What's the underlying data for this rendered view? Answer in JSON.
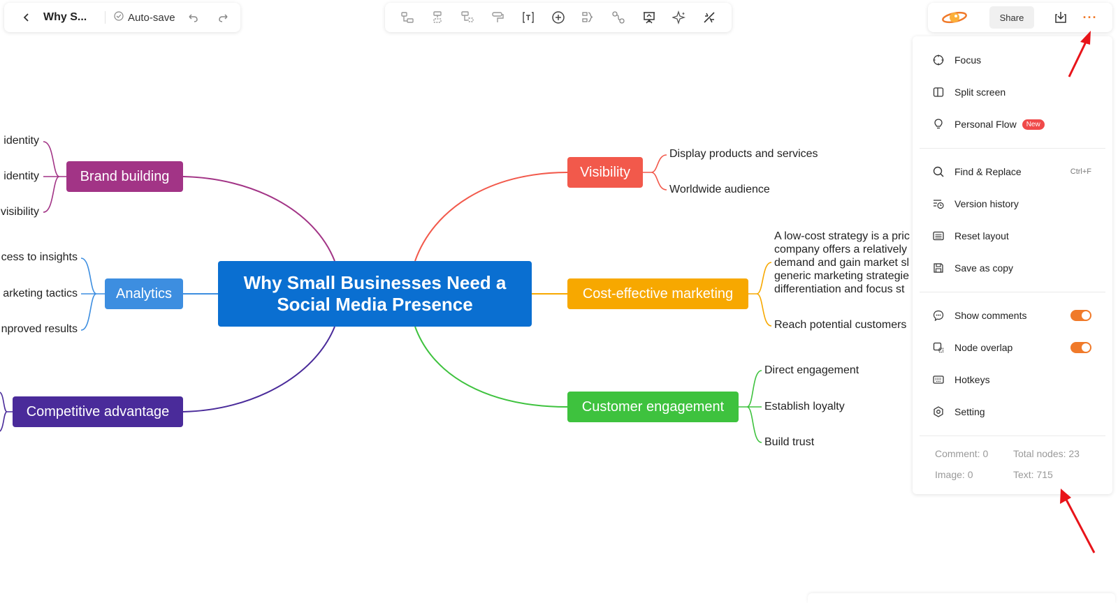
{
  "header": {
    "doc_title": "Why S...",
    "autosave_label": "Auto-save",
    "share_label": "Share"
  },
  "toolbar_tools": [
    "sibling-topic-icon",
    "subtopic-icon",
    "parent-topic-icon",
    "format-painter-icon",
    "text-icon",
    "insert-icon",
    "summary-icon",
    "relationship-icon",
    "presentation-icon",
    "ai-sparkle-icon",
    "clear-format-icon"
  ],
  "mindmap": {
    "central": "Why Small Businesses Need a Social Media Presence",
    "brand_building": {
      "label": "Brand building",
      "children": [
        "identity",
        "identity",
        "visibility"
      ]
    },
    "analytics": {
      "label": "Analytics",
      "children": [
        "cess to insights",
        "arketing tactics",
        "nproved results"
      ]
    },
    "competitive_advantage": {
      "label": "Competitive advantage"
    },
    "visibility": {
      "label": "Visibility",
      "children": [
        "Display products and services",
        "Worldwide audience"
      ]
    },
    "cost_effective": {
      "label": "Cost-effective marketing",
      "paragraph_lines": [
        "A low-cost strategy is a pric",
        "company offers a relatively",
        "demand and gain market sl",
        "generic marketing strategie",
        "differentiation and focus st"
      ],
      "children": [
        "Reach potential customers"
      ]
    },
    "customer_engagement": {
      "label": "Customer engagement",
      "children": [
        "Direct engagement",
        "Establish loyalty",
        "Build trust"
      ]
    }
  },
  "menu": {
    "items": {
      "focus": "Focus",
      "split_screen": "Split screen",
      "personal_flow": "Personal Flow",
      "personal_flow_badge": "New",
      "find_replace": "Find & Replace",
      "find_replace_shortcut": "Ctrl+F",
      "version_history": "Version history",
      "reset_layout": "Reset layout",
      "save_as_copy": "Save as copy",
      "show_comments": "Show comments",
      "node_overlap": "Node overlap",
      "hotkeys": "Hotkeys",
      "setting": "Setting"
    },
    "toggles": {
      "show_comments": true,
      "node_overlap": true
    },
    "stats": {
      "comment": "Comment:  0",
      "total_nodes": "Total nodes:  23",
      "image": "Image:  0",
      "text": "Text:  715"
    }
  },
  "colors": {
    "central": "#0a6fd1",
    "brand_building": "#a23486",
    "analytics": "#3d8ee0",
    "competitive_advantage": "#4a2b9a",
    "visibility": "#f2594b",
    "cost_effective": "#f7a800",
    "customer_engagement": "#3ec23e",
    "accent": "#f07a2a",
    "annotation_arrow": "#e8141a"
  }
}
